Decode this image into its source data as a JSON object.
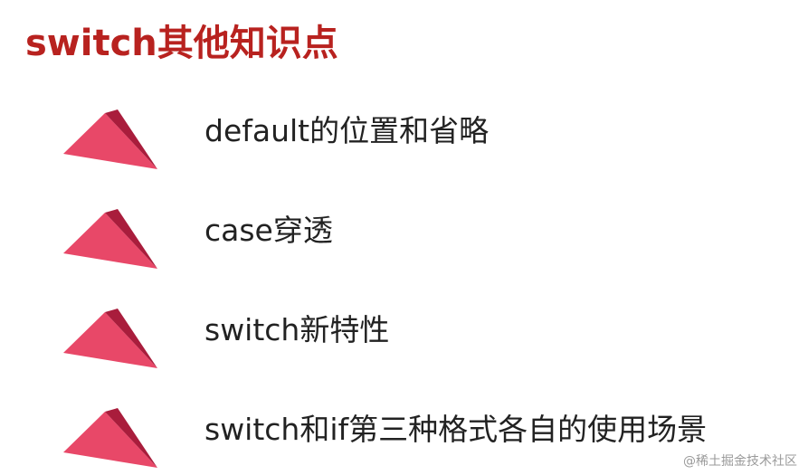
{
  "title": "switch其他知识点",
  "colors": {
    "title": "#b8221f",
    "bullet_light": "#e84868",
    "bullet_dark": "#a91d3c",
    "text": "#222222",
    "watermark": "#9a9a9a"
  },
  "bullets": [
    {
      "icon": "red-pyramid-icon",
      "text": "default的位置和省略"
    },
    {
      "icon": "red-pyramid-icon",
      "text": "case穿透"
    },
    {
      "icon": "red-pyramid-icon",
      "text": "switch新特性"
    },
    {
      "icon": "red-pyramid-icon",
      "text": "switch和if第三种格式各自的使用场景"
    }
  ],
  "watermark": "@稀土掘金技术社区"
}
